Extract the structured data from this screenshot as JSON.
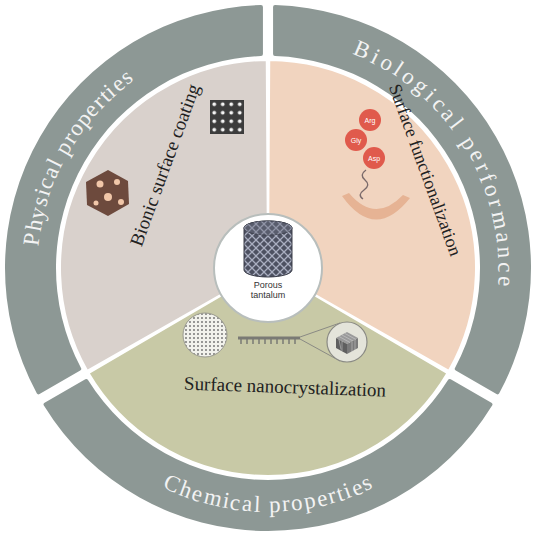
{
  "diagram": {
    "nodes": [
      {
        "text": [
          "Physical properties"
        ]
      },
      {
        "text": [
          "Bionic surface coating"
        ]
      },
      {
        "text": [
          "Biological performance"
        ]
      },
      {
        "text": [
          "Surface functionalization"
        ]
      },
      {
        "text": [
          "Arg"
        ],
        "in": 3
      },
      {
        "text": [
          "Gly"
        ],
        "in": 3
      },
      {
        "text": [
          "Asp"
        ],
        "in": 3
      },
      {
        "text": [
          "Surface nanocrystalization"
        ]
      },
      {
        "text": [
          "Chemical properties"
        ]
      },
      {
        "text": [
          "Porous tantalum"
        ]
      }
    ]
  }
}
